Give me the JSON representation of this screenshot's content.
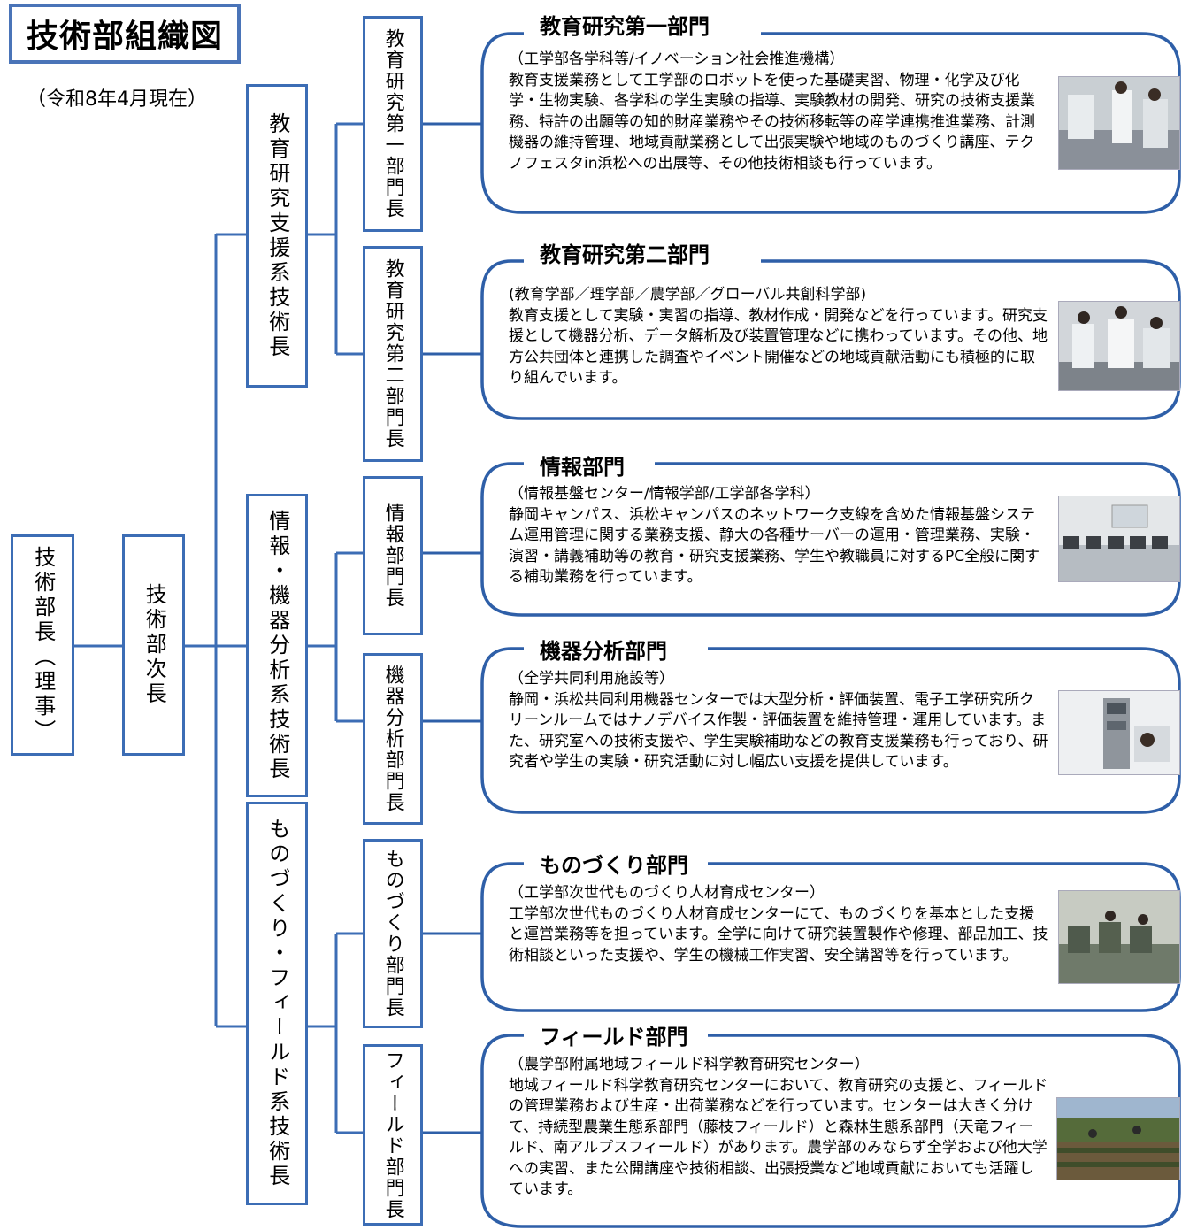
{
  "header": {
    "title": "技術部組織図",
    "date": "（令和8年4月現在）"
  },
  "org": {
    "director": "技術部長（理事）",
    "vice_director": "技術部次長",
    "chiefs": {
      "edu": "教育研究支援系技術長",
      "info": "情報・機器分析系技術長",
      "mono": "ものづくり・フィールド系技術長"
    },
    "division_heads": {
      "edu1": "教育研究第一部門長",
      "edu2": "教育研究第二部門長",
      "info": "情報部門長",
      "analysis": "機器分析部門長",
      "mono": "ものづくり部門長",
      "field": "フィールド部門長"
    }
  },
  "panels": [
    {
      "title": "教育研究第一部門",
      "subtitle": "（工学部各学科等/イノベーション社会推進機構）",
      "text": "教育支援業務として工学部のロボットを使った基礎実習、物理・化学及び化学・生物実験、各学科の学生実験の指導、実験教材の開発、研究の技術支援業務、特許の出願等の知的財産業務やその技術移転等の産学連携推進業務、計測機器の維持管理、地域貢献業務として出張実験や地域のものづくり講座、テクノフェスタin浜松への出展等、その他技術相談も行っています。",
      "photo": "laboratory-photo"
    },
    {
      "title": "教育研究第二部門",
      "subtitle": "(教育学部／理学部／農学部／グローバル共創科学部)",
      "text": "教育支援として実験・実習の指導、教材作成・開発などを行っています。研究支援として機器分析、データ解析及び装置管理などに携わっています。その他、地方公共団体と連携した調査やイベント開催などの地域貢献活動にも積極的に取り組んでいます。",
      "photo": "student-experiment-photo"
    },
    {
      "title": "情報部門",
      "subtitle": "（情報基盤センター/情報学部/工学部各学科）",
      "text": "静岡キャンパス、浜松キャンパスのネットワーク支線を含めた情報基盤システム運用管理に関する業務支援、静大の各種サーバーの運用・管理業務、実験・演習・講義補助等の教育・研究支援業務、学生や教職員に対するPC全般に関する補助業務を行っています。",
      "photo": "computer-room-photo"
    },
    {
      "title": "機器分析部門",
      "subtitle": "（全学共同利用施設等）",
      "text": "静岡・浜松共同利用機器センターでは大型分析・評価装置、電子工学研究所クリーンルームではナノデバイス作製・評価装置を維持管理・運用しています。また、研究室への技術支援や、学生実験補助などの教育支援業務も行っており、研究者や学生の実験・研究活動に対し幅広い支援を提供しています。",
      "photo": "analysis-instrument-photo"
    },
    {
      "title": "ものづくり部門",
      "subtitle": "（工学部次世代ものづくり人材育成センター）",
      "text": "工学部次世代ものづくり人材育成センターにて、ものづくりを基本とした支援と運営業務等を担っています。全学に向けて研究装置製作や修理、部品加工、技術相談といった支援や、学生の機械工作実習、安全講習等を行っています。",
      "photo": "workshop-photo"
    },
    {
      "title": "フィールド部門",
      "subtitle": "（農学部附属地域フィールド科学教育研究センター）",
      "text": "地域フィールド科学教育研究センターにおいて、教育研究の支援と、フィールドの管理業務および生産・出荷業務などを行っています。センターは大きく分けて、持続型農業生態系部門（藤枝フィールド）と森林生態系部門（天竜フィールド、南アルプスフィールド）があります。農学部のみならず全学および他大学への実習、また公開講座や技術相談、出張授業など地域貢献においても活躍しています。",
      "photo": "field-farm-photo"
    }
  ],
  "colors": {
    "accent": "#3c6db5",
    "panel_border": "#2e5fa8"
  }
}
